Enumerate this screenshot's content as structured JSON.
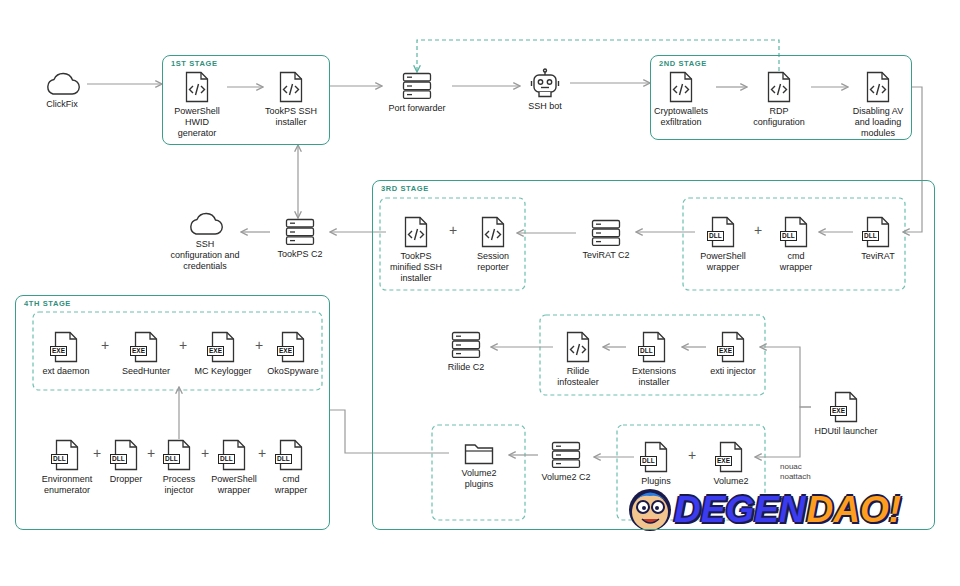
{
  "diagram": {
    "nodes": [
      {
        "text": [
          "ClickFix"
        ]
      },
      {
        "text": [
          "1ST STAGE"
        ]
      },
      {
        "text": [
          "PowerShell HWID generator"
        ],
        "in": 1
      },
      {
        "text": [
          "TookPS SSH installer"
        ],
        "in": 1
      },
      {
        "text": [
          "Port forwarder"
        ]
      },
      {
        "text": [
          "SSH bot"
        ]
      },
      {
        "text": [
          "2ND STAGE"
        ]
      },
      {
        "text": [
          "Cryptowallets exfiltration"
        ],
        "in": 6
      },
      {
        "text": [
          "RDP configuration"
        ],
        "in": 6
      },
      {
        "text": [
          "Disabling AV and loading modules"
        ],
        "in": 6
      },
      {
        "text": [
          "SSH configuration and credentials"
        ]
      },
      {
        "text": [
          "TookPS C2"
        ]
      },
      {
        "text": [
          "3RD STAGE"
        ]
      },
      {
        "text": [
          "TookPS minified SSH installer"
        ],
        "in": 12
      },
      {
        "text": [
          "Session reporter"
        ],
        "in": 12
      },
      {
        "text": [
          "TeviRAT C2"
        ],
        "in": 12
      },
      {
        "text": [
          "DLL",
          "PowerShell wrapper"
        ],
        "in": 12
      },
      {
        "text": [
          "DLL",
          "cmd wrapper"
        ],
        "in": 12
      },
      {
        "text": [
          "DLL",
          "TeviRAT"
        ],
        "in": 12
      },
      {
        "text": [
          "Rilide C2"
        ],
        "in": 12
      },
      {
        "text": [
          "Rilide infostealer"
        ],
        "in": 12
      },
      {
        "text": [
          "DLL",
          "Extensions installer"
        ],
        "in": 12
      },
      {
        "text": [
          "EXE",
          "exti injector"
        ],
        "in": 12
      },
      {
        "text": [
          "EXE",
          "HDUtil launcher"
        ],
        "in": 12
      },
      {
        "text": [
          "Volume2 C2"
        ],
        "in": 12
      },
      {
        "text": [
          "Volume2 plugins"
        ],
        "in": 12
      },
      {
        "text": [
          "DLL",
          "Plugins"
        ],
        "in": 12
      },
      {
        "text": [
          "EXE",
          "Volume2"
        ],
        "in": 12
      },
      {
        "text": [
          "4TH STAGE"
        ]
      },
      {
        "text": [
          "EXE",
          "ext daemon"
        ],
        "in": 28
      },
      {
        "text": [
          "EXE",
          "SeedHunter"
        ],
        "in": 28
      },
      {
        "text": [
          "EXE",
          "MC Keylogger"
        ],
        "in": 28
      },
      {
        "text": [
          "EXE",
          "OkoSpyware"
        ],
        "in": 28
      },
      {
        "text": [
          "DLL",
          "Environment enumerator"
        ],
        "in": 28
      },
      {
        "text": [
          "DLL",
          "Dropper"
        ],
        "in": 28
      },
      {
        "text": [
          "DLL",
          "Process injector"
        ],
        "in": 28
      },
      {
        "text": [
          "DLL",
          "PowerShell wrapper"
        ],
        "in": 28
      },
      {
        "text": [
          "DLL",
          "cmd wrapper"
        ],
        "in": 28
      }
    ],
    "edges": [
      {
        "from": 0,
        "to": 1,
        "arrow": "to"
      },
      {
        "from": 2,
        "to": 3,
        "arrow": "to"
      },
      {
        "from": 1,
        "to": 4,
        "arrow": "to"
      },
      {
        "from": 4,
        "to": 5,
        "arrow": "to"
      },
      {
        "from": 5,
        "to": 6,
        "arrow": "to"
      },
      {
        "from": 7,
        "to": 8,
        "arrow": "to"
      },
      {
        "from": 8,
        "to": 9,
        "arrow": "to"
      },
      {
        "from": 8,
        "to": 4,
        "arrow": "to"
      },
      {
        "from": 6,
        "to": 18,
        "arrow": "to"
      },
      {
        "from": 18,
        "to": 17,
        "arrow": "to"
      },
      {
        "from": 16,
        "to": 15,
        "arrow": "to"
      },
      {
        "from": 15,
        "to": 14,
        "arrow": "to"
      },
      {
        "from": 13,
        "to": 11,
        "arrow": "to"
      },
      {
        "from": 1,
        "to": 11,
        "arrow": "both"
      },
      {
        "from": 11,
        "to": 10,
        "arrow": "to"
      },
      {
        "from": 22,
        "to": 21,
        "arrow": "to"
      },
      {
        "from": 21,
        "to": 20,
        "arrow": "to"
      },
      {
        "from": 20,
        "to": 19,
        "arrow": "to"
      },
      {
        "from": 23,
        "to": 22,
        "arrow": "to"
      },
      {
        "from": 23,
        "to": 27,
        "label": "nouac noattach",
        "arrow": "to"
      },
      {
        "from": 26,
        "to": 24,
        "arrow": "to"
      },
      {
        "from": 24,
        "to": 25,
        "arrow": "to"
      },
      {
        "from": 25,
        "to": 28,
        "arrow": "none"
      },
      {
        "from": 35,
        "to": 30,
        "arrow": "to"
      }
    ],
    "labels": [
      "+",
      "+",
      "+",
      "+",
      "+",
      "+",
      "+",
      "+",
      "+",
      "+",
      "DEGEN",
      "DAO!"
    ]
  }
}
